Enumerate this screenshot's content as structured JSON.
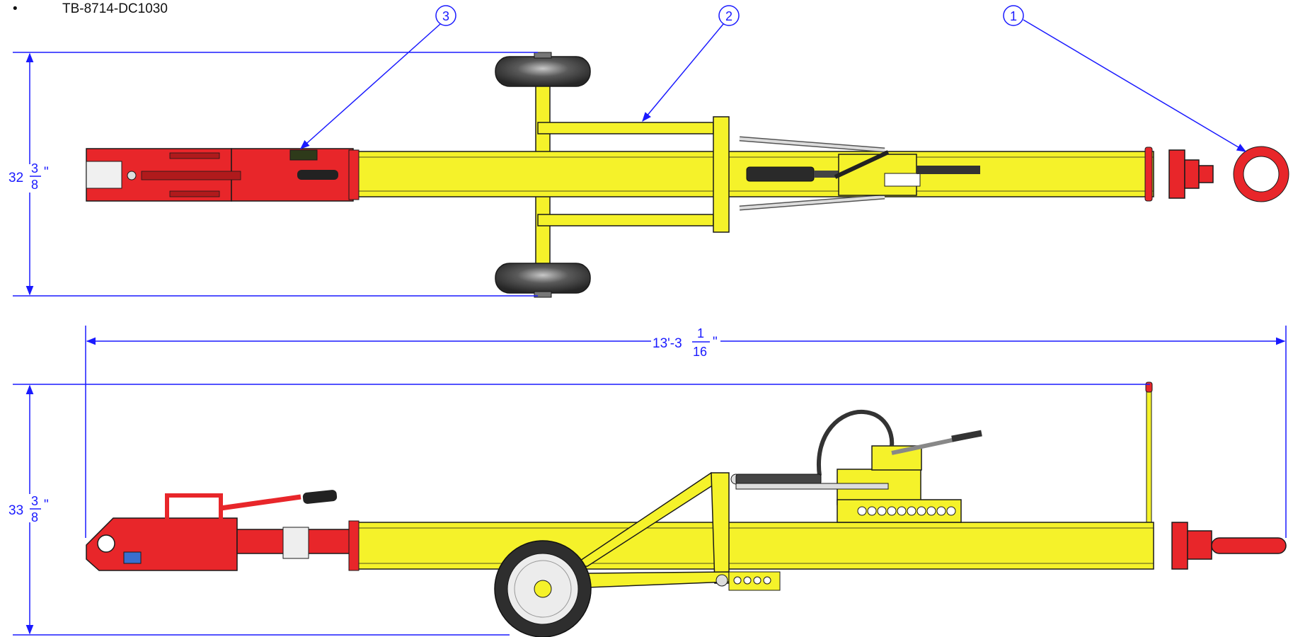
{
  "header": {
    "bullet": "•",
    "part_number": "TB-8714-DC1030"
  },
  "balloons": [
    {
      "label": "1"
    },
    {
      "label": "2"
    },
    {
      "label": "3"
    }
  ],
  "dimensions": {
    "top_width": {
      "whole": "32",
      "num": "3",
      "den": "8",
      "unit": "\""
    },
    "overall_length": {
      "whole": "13'-3",
      "num": "1",
      "den": "16",
      "unit": "\""
    },
    "side_height": {
      "whole": "33",
      "num": "3",
      "den": "8",
      "unit": "\""
    }
  },
  "colors": {
    "frame": "#f5f22a",
    "hitch": "#e8262a",
    "dimension": "#1a1aff",
    "tire": "#3a3a3a",
    "outline": "#1a1a1a"
  }
}
